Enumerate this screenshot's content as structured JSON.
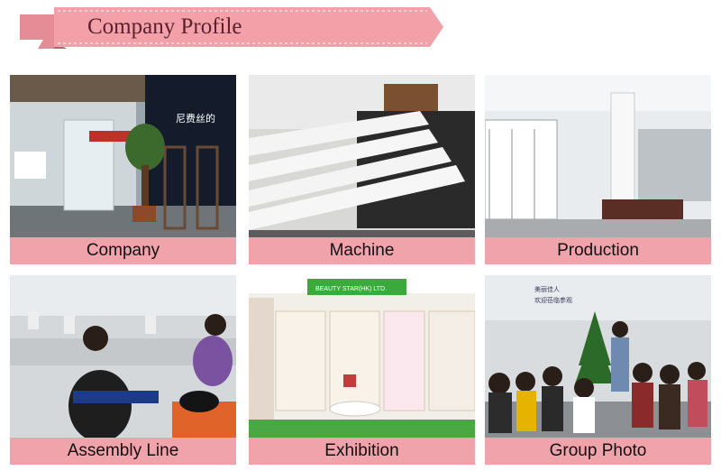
{
  "header": {
    "title": "Company Profile"
  },
  "tiles": [
    {
      "caption": "Company",
      "sign": "尼费丝的"
    },
    {
      "caption": "Machine"
    },
    {
      "caption": "Production"
    },
    {
      "caption": "Assembly Line"
    },
    {
      "caption": "Exhibition",
      "sign": "BEAUTY STAR(HK) LTD."
    },
    {
      "caption": "Group Photo",
      "sign_line1": "美丽佳人",
      "sign_line2": "欢迎莅临参观"
    }
  ],
  "colors": {
    "banner": "#f4a0a8",
    "caption_band": "#f1a3ac"
  }
}
